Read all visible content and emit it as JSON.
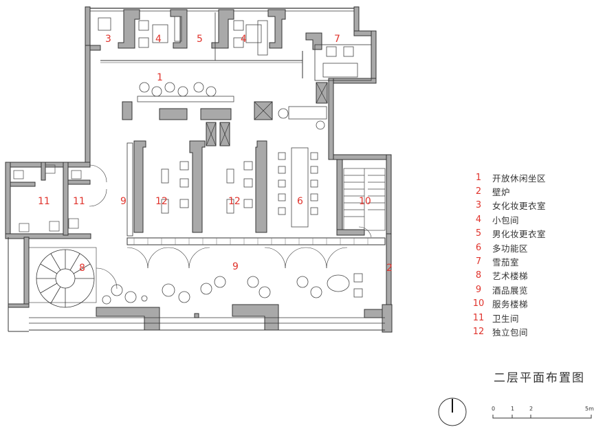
{
  "title": "二层平面布置图",
  "colors": {
    "wall_fill": "#a9a9a9",
    "line": "#333333",
    "room_number": "#e0322b"
  },
  "legend": [
    {
      "num": "1",
      "label": "开放休闲坐区"
    },
    {
      "num": "2",
      "label": "壁炉"
    },
    {
      "num": "3",
      "label": "女化妆更衣室"
    },
    {
      "num": "4",
      "label": "小包间"
    },
    {
      "num": "5",
      "label": "男化妆更衣室"
    },
    {
      "num": "6",
      "label": "多功能区"
    },
    {
      "num": "7",
      "label": "雪茄室"
    },
    {
      "num": "8",
      "label": "艺术楼梯"
    },
    {
      "num": "9",
      "label": "酒品展览"
    },
    {
      "num": "10",
      "label": "服务楼梯"
    },
    {
      "num": "11",
      "label": "卫生间"
    },
    {
      "num": "12",
      "label": "独立包间"
    }
  ],
  "room_labels": [
    "3",
    "4",
    "5",
    "4",
    "7",
    "1",
    "12",
    "12",
    "6",
    "10",
    "11",
    "11",
    "9",
    "8",
    "9",
    "2"
  ],
  "scale_bar": {
    "ticks": [
      "0",
      "1",
      "2",
      "5m"
    ]
  },
  "north_arrow": "north-arrow-icon"
}
